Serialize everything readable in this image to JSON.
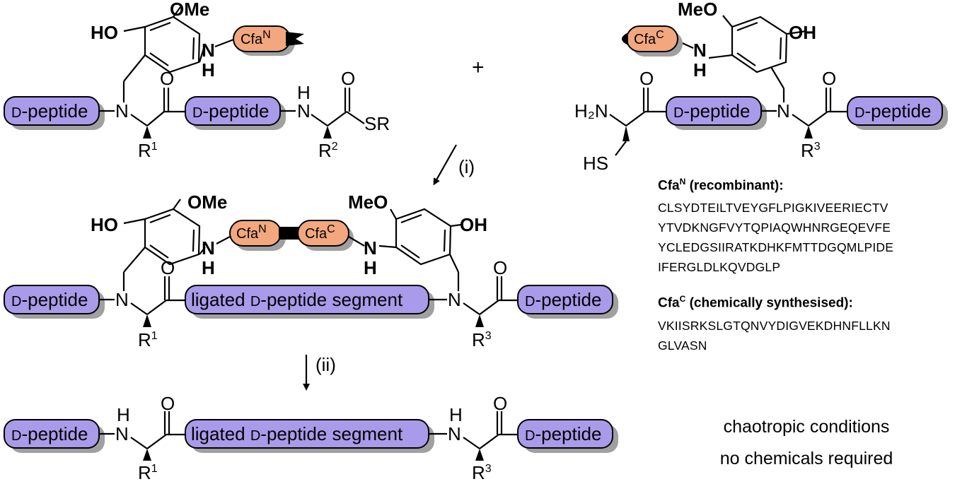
{
  "labels": {
    "d_peptide_prefix": "D",
    "d_peptide_suffix": "-peptide",
    "ligated_prefix": "ligated ",
    "ligated_mid": "D",
    "ligated_suffix": "-peptide segment",
    "cfa_n_base": "Cfa",
    "cfa_n_sup": "N",
    "cfa_c_base": "Cfa",
    "cfa_c_sup": "C",
    "ome": "OMe",
    "meo": "MeO",
    "ho": "HO",
    "oh": "OH",
    "n": "N",
    "h": "H",
    "o": "O",
    "sr": "SR",
    "hs": "HS",
    "h2n": "H₂N",
    "r": "R",
    "r1_sup": "1",
    "r2_sup": "2",
    "r3_sup": "3",
    "plus": "+",
    "step_i": "(i)",
    "step_ii": "(ii)"
  },
  "sequences": {
    "cfa_n": {
      "title_base": "Cfa",
      "title_sup": "N",
      "title_rest": " (recombinant):",
      "lines": [
        "CLSYDTEILTVEYGFLPIGKIVEERIECTV",
        "YTVDKNGFVYTQPIAQWHNRGEQEVFE",
        "YCLEDGSIIRATKDHKFMTTDGQMLPIDE",
        "IFERGLDLKQVDGLP"
      ]
    },
    "cfa_c": {
      "title_base": "Cfa",
      "title_sup": "C",
      "title_rest": " (chemically synthesised):",
      "lines": [
        "VKIISRKSLGTQNVYDIGVEKDHNFLLKN",
        "GLVASN"
      ]
    }
  },
  "conditions": [
    "chaotropic conditions",
    "no chemicals required"
  ],
  "colors": {
    "peptide_fill": "#a99bea",
    "cfa_fill": "#f2a77e",
    "shadow": "#a0a0a0"
  }
}
